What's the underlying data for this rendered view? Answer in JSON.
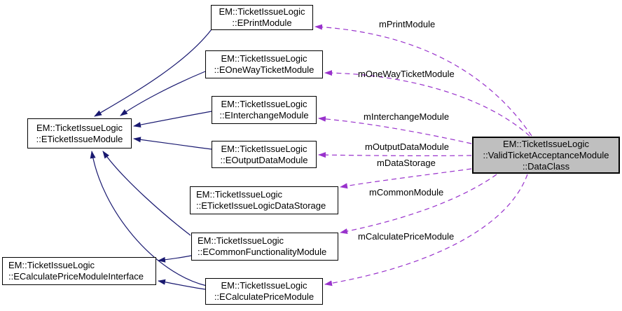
{
  "diagram": {
    "type": "collaboration-graph",
    "colors": {
      "inheritance_arrow": "#191970",
      "usage_arrow": "#9932cc",
      "node_border": "#000000",
      "node_fill": "#ffffff",
      "focus_node_fill": "#bfbfbf",
      "background": "#ffffff",
      "label_text": "#000000"
    },
    "nodes": {
      "eprint": {
        "line1": "EM::TicketIssueLogic",
        "line2": "::EPrintModule"
      },
      "eoneway": {
        "line1": "EM::TicketIssueLogic",
        "line2": "::EOneWayTicketModule"
      },
      "einterchange": {
        "line1": "EM::TicketIssueLogic",
        "line2": "::EInterchangeModule"
      },
      "eoutputdata": {
        "line1": "EM::TicketIssueLogic",
        "line2": "::EOutputDataModule"
      },
      "eticketissue": {
        "line1": "EM::TicketIssueLogic",
        "line2": "::ETicketIssueModule"
      },
      "edatastorage": {
        "line1": "EM::TicketIssueLogic",
        "line2": "::ETicketIssueLogicDataStorage"
      },
      "ecommon": {
        "line1": "EM::TicketIssueLogic",
        "line2": "::ECommonFunctionalityModule"
      },
      "einterface": {
        "line1": "EM::TicketIssueLogic",
        "line2": "::ECalculatePriceModuleInterface"
      },
      "ecalcprice": {
        "line1": "EM::TicketIssueLogic",
        "line2": "::ECalculatePriceModule"
      },
      "edataclass": {
        "line1": "EM::TicketIssueLogic",
        "line2": "::ValidTicketAcceptanceModule",
        "line3": "::DataClass"
      }
    },
    "edge_labels": {
      "print": "mPrintModule",
      "oneway": "mOneWayTicketModule",
      "interchange": "mInterchangeModule",
      "output": "mOutputDataModule",
      "datastorage": "mDataStorage",
      "common": "mCommonModule",
      "calcprice": "mCalculatePriceModule"
    }
  }
}
